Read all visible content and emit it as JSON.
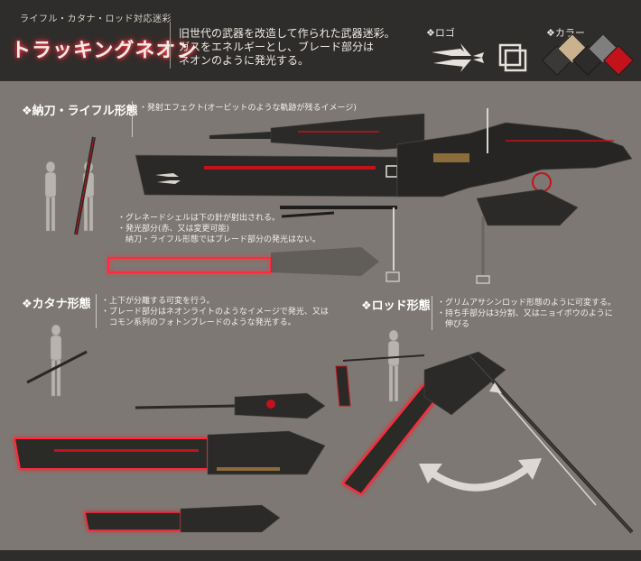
{
  "header": {
    "subtitle": "ライフル・カタナ・ロッド対応迷彩",
    "title": "トラッキングネオン",
    "description": [
      "旧世代の武器を改造して作られた武器迷彩。",
      "ガスをエネルギーとし、ブレード部分は",
      "ネオンのように発光する。"
    ],
    "logo_label": "❖ロゴ",
    "color_label": "❖カラー",
    "colors": [
      "#3b3938",
      "#c9b28d",
      "#7f7f7f",
      "#2e2c2b",
      "#555555",
      "#c4121b"
    ]
  },
  "sections": {
    "rifle": {
      "title": "❖納刀・ライフル形態",
      "note_effect": "・発射エフェクト(オービットのような軌跡が残るイメージ)",
      "notes": [
        "・グレネードシェルは下の針が射出される。",
        "・発光部分(赤、又は変更可能)",
        "　納刀・ライフル形態ではブレード部分の発光はない。"
      ]
    },
    "katana": {
      "title": "❖カタナ形態",
      "notes": [
        "・上下が分離する可変を行う。",
        "・ブレード部分はネオンライトのようなイメージで発光、又は",
        "　コモン系列のフォトンブレードのような発光する。"
      ]
    },
    "rod": {
      "title": "❖ロッド形態",
      "notes": [
        "・グリムアサシンロッド形態のように可変する。",
        "・持ち手部分は3分割、又はニョイボウのように",
        "　伸びる"
      ]
    }
  }
}
